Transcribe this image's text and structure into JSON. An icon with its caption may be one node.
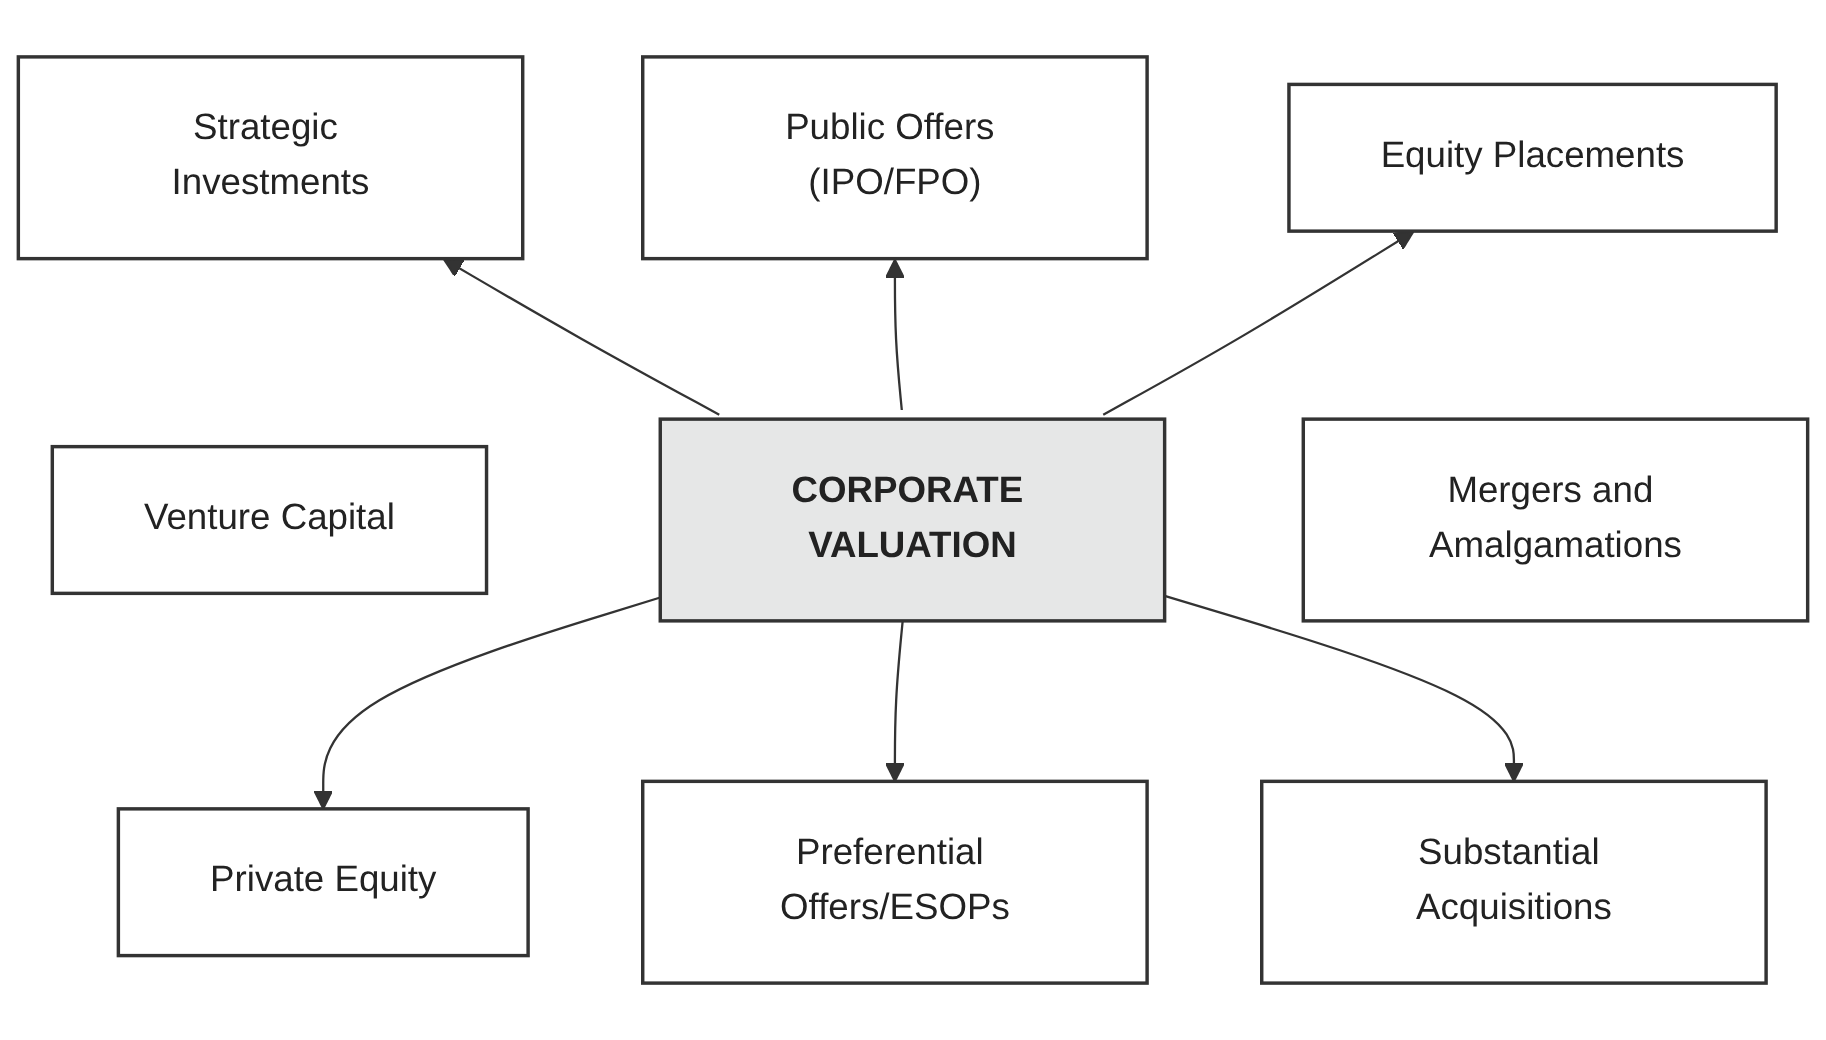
{
  "diagram": {
    "nodes": [
      {
        "text": [
          "Strategic Investments"
        ]
      },
      {
        "text": [
          "Public Offers (IPO/FPO)"
        ]
      },
      {
        "text": [
          "Equity Placements"
        ]
      },
      {
        "text": [
          "Venture Capital"
        ]
      },
      {
        "text": [
          "CORPORATE VALUATION"
        ]
      },
      {
        "text": [
          "Mergers and Amalgamations"
        ]
      },
      {
        "text": [
          "Private Equity"
        ]
      },
      {
        "text": [
          "Preferential Offers/ESOPs"
        ]
      },
      {
        "text": [
          "Substantial Acquisitions"
        ]
      }
    ],
    "edges": [
      {
        "from": 4,
        "to": 0,
        "arrow": "to"
      },
      {
        "from": 4,
        "to": 1,
        "arrow": "to"
      },
      {
        "from": 4,
        "to": 2,
        "arrow": "to"
      },
      {
        "from": 4,
        "to": 6,
        "arrow": "to"
      },
      {
        "from": 4,
        "to": 7,
        "arrow": "to"
      },
      {
        "from": 4,
        "to": 8,
        "arrow": "to"
      }
    ]
  }
}
